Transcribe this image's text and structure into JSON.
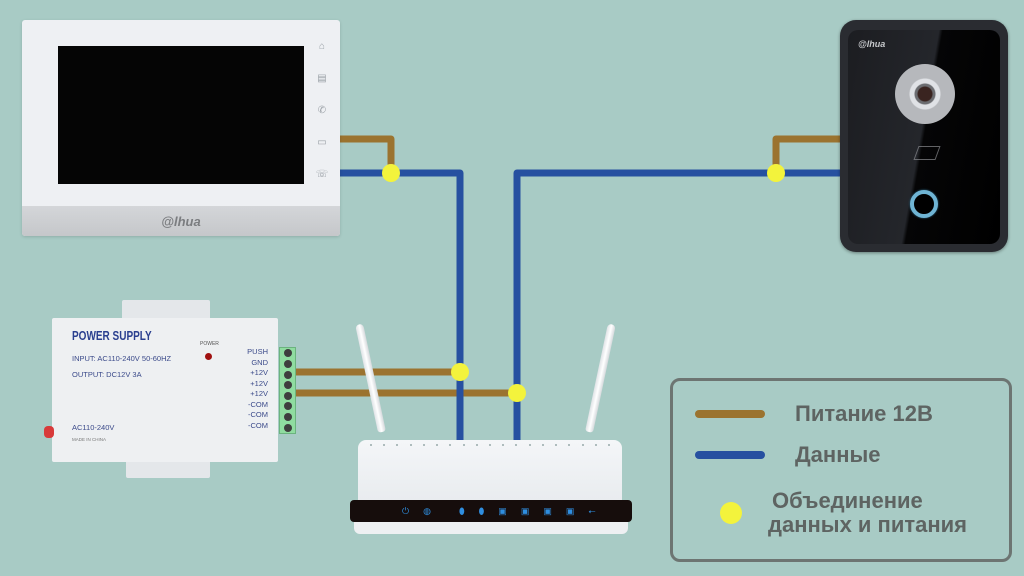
{
  "diagram": {
    "title": "Dahua IP intercom wiring: power + data combined",
    "colors": {
      "background": "#a8cbc5",
      "power_wire": "#9b732f",
      "data_wire": "#2650a0",
      "junction": "#f3f33c",
      "legend_text": "#5e6462",
      "legend_border": "#6d7572"
    },
    "devices": {
      "monitor": {
        "brand": "@lhua",
        "side_icons": [
          "unlock-icon",
          "menu-icon",
          "call-icon",
          "camera-icon",
          "hangup-icon"
        ],
        "side_icon_glyphs": [
          "⌂",
          "▤",
          "✆",
          "▭",
          "☏"
        ]
      },
      "door_station": {
        "brand": "@lhua",
        "parts": [
          "camera-icon",
          "card-reader-icon",
          "call-button"
        ]
      },
      "power_supply": {
        "title": "POWER SUPPLY",
        "input": "INPUT: AC110-240V  50-60HZ",
        "output": "OUTPUT: DC12V   3A",
        "power_label": "POWER",
        "ac_label": "AC110-240V",
        "made_in": "MADE IN CHINA",
        "terminals": [
          "PUSH",
          "GND",
          "+12V",
          "+12V",
          "+12V",
          "-COM",
          "-COM",
          "-COM"
        ]
      },
      "router": {
        "indicators": [
          "⏻",
          "◍",
          "⬮",
          "⬮",
          "▣",
          "▣",
          "▣",
          "▣",
          "⭠"
        ]
      }
    },
    "legend": {
      "items": [
        {
          "type": "line",
          "color": "#9b732f",
          "label": "Питание 12В"
        },
        {
          "type": "line",
          "color": "#2650a0",
          "label": "Данные"
        },
        {
          "type": "dot",
          "color": "#f3f33c",
          "label_line1": "Объединение",
          "label_line2": "данных и питания"
        }
      ]
    }
  }
}
